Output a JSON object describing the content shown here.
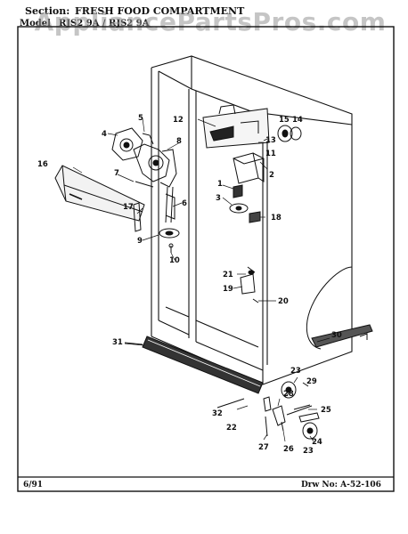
{
  "header": {
    "section_label": "Section:",
    "section_value": "FRESH FOOD COMPARTMENT",
    "model_label": "Model",
    "model_value": "RJS2 9A / RJS2 9A"
  },
  "watermark": "AppliancePartsPros.com",
  "footer": {
    "date": "6/91",
    "drawing_number": "Drw No: A-52-106"
  },
  "callouts": [
    "1",
    "2",
    "3",
    "4",
    "5",
    "6",
    "7",
    "8",
    "9",
    "10",
    "11",
    "12",
    "13",
    "14",
    "15",
    "16",
    "17",
    "18",
    "19",
    "20",
    "21",
    "22",
    "23",
    "23",
    "24",
    "25",
    "26",
    "27",
    "28",
    "29",
    "30",
    "31",
    "32"
  ]
}
